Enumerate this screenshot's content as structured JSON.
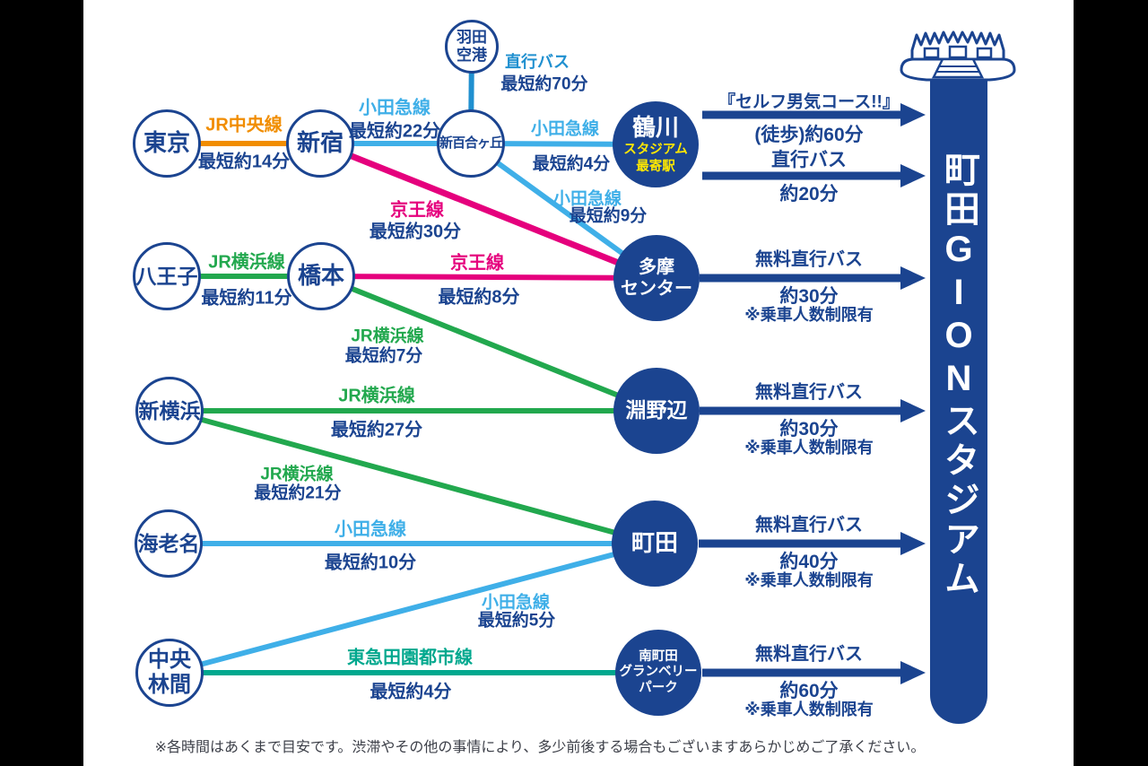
{
  "stadium": {
    "title": "町田GIONスタジアム"
  },
  "stations": {
    "haneda": {
      "line1": "羽田",
      "line2": "空港"
    },
    "tokyo": {
      "name": "東京"
    },
    "shinjuku": {
      "name": "新宿"
    },
    "shinyurigaoka": {
      "name": "新百合ヶ丘"
    },
    "hachioji": {
      "name": "八王子"
    },
    "hashimoto": {
      "name": "橋本"
    },
    "shinyokohama": {
      "name": "新横浜"
    },
    "ebina": {
      "name": "海老名"
    },
    "chuorinkan": {
      "line1": "中央",
      "line2": "林間"
    }
  },
  "hubs": {
    "tsurukawa": {
      "name": "鶴川",
      "badge1": "スタジアム",
      "badge2": "最寄駅"
    },
    "tama_center": {
      "line1": "多摩",
      "line2": "センター"
    },
    "fuchinobe": {
      "name": "淵野辺"
    },
    "machida": {
      "name": "町田"
    },
    "minami_machida": {
      "line1": "南町田",
      "line2": "グランベリー",
      "line3": "パーク"
    }
  },
  "routes": {
    "jr_chuo": {
      "line": "JR中央線",
      "time": "最短約14分"
    },
    "odakyu_shinjuku": {
      "line": "小田急線",
      "time": "最短約22分"
    },
    "haneda_bus": {
      "line": "直行バス",
      "time": "最短約70分"
    },
    "keio_shinjuku": {
      "line": "京王線",
      "time": "最短約30分"
    },
    "odakyu_tsurukawa": {
      "line": "小田急線",
      "time": "最短約4分"
    },
    "odakyu_tama": {
      "line": "小田急線",
      "time": "最短約9分"
    },
    "jr_yokohama_hachioji": {
      "line": "JR横浜線",
      "time": "最短約11分"
    },
    "keio_hashimoto": {
      "line": "京王線",
      "time": "最短約8分"
    },
    "jr_yokohama_hashimoto": {
      "line": "JR横浜線",
      "time": "最短約7分"
    },
    "jr_yokohama_shinyokohama": {
      "line": "JR横浜線",
      "time": "最短約27分"
    },
    "jr_yokohama_machida": {
      "line": "JR横浜線",
      "time": "最短約21分"
    },
    "odakyu_ebina": {
      "line": "小田急線",
      "time": "最短約10分"
    },
    "odakyu_chuorinkan": {
      "line": "小田急線",
      "time": "最短約5分"
    },
    "tokyu_denentoshi": {
      "line": "東急田園都市線",
      "time": "最短約4分"
    }
  },
  "bus": {
    "walk": {
      "label": "『セルフ男気コース!!』",
      "time": "(徒歩)約60分"
    },
    "direct": {
      "label": "直行バス",
      "time": "約20分"
    },
    "tama": {
      "label": "無料直行バス",
      "time": "約30分",
      "note": "※乗車人数制限有"
    },
    "fuchinobe": {
      "label": "無料直行バス",
      "time": "約30分",
      "note": "※乗車人数制限有"
    },
    "machida": {
      "label": "無料直行バス",
      "time": "約40分",
      "note": "※乗車人数制限有"
    },
    "minami": {
      "label": "無料直行バス",
      "time": "約60分",
      "note": "※乗車人数制限有"
    }
  },
  "footnote": "※各時間はあくまで目安です。渋滞やその他の事情により、多少前後する場合もございますあらかじめご了承ください。",
  "colors": {
    "navy": "#1b4490",
    "orange": "#f18d00",
    "lightblue": "#3fafe8",
    "blue": "#2090d0",
    "pink": "#e5007d",
    "green": "#22a84e",
    "teal": "#00a88e",
    "yellow": "#ffe800"
  }
}
